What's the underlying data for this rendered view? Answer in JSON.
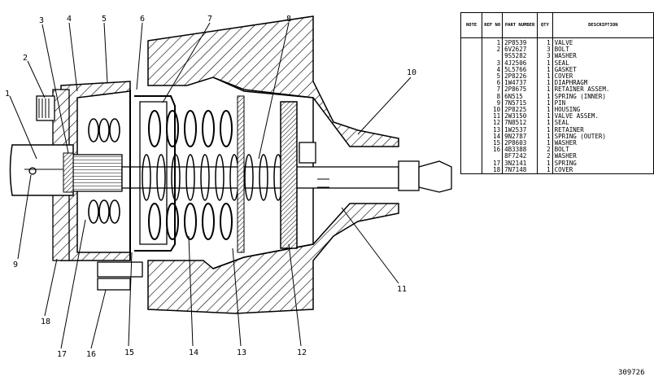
{
  "callouts": [
    "1",
    "2",
    "3",
    "4",
    "5",
    "6",
    "7",
    "8",
    "9",
    "10",
    "11",
    "12",
    "13",
    "14",
    "15",
    "16",
    "17",
    "18"
  ],
  "table": {
    "headers": {
      "note": "NOTE",
      "ref_no": "REF NO",
      "part_number": "PART NUMBER",
      "qty": "QTY",
      "description": "DESCRIPTION"
    },
    "rows": [
      {
        "ref": "1",
        "part": "2P8539",
        "qty": "1",
        "desc": "VALVE"
      },
      {
        "ref": "2",
        "part": "6V2627",
        "qty": "3",
        "desc": "BOLT"
      },
      {
        "ref": "",
        "part": "9S5282",
        "qty": "3",
        "desc": "WASHER"
      },
      {
        "ref": "3",
        "part": "4J2506",
        "qty": "1",
        "desc": "SEAL"
      },
      {
        "ref": "4",
        "part": "5L5766",
        "qty": "1",
        "desc": "GASKET"
      },
      {
        "ref": "5",
        "part": "2P8226",
        "qty": "1",
        "desc": "COVER"
      },
      {
        "ref": "6",
        "part": "1W4737",
        "qty": "1",
        "desc": "DIAPHRAGM"
      },
      {
        "ref": "7",
        "part": "2P8675",
        "qty": "1",
        "desc": "RETAINER ASSEM."
      },
      {
        "ref": "8",
        "part": "6N515",
        "qty": "1",
        "desc": "SPRING (INNER)"
      },
      {
        "ref": "9",
        "part": "7N5715",
        "qty": "1",
        "desc": "PIN"
      },
      {
        "ref": "10",
        "part": "2P8225",
        "qty": "1",
        "desc": "HOUSING"
      },
      {
        "ref": "11",
        "part": "2W3150",
        "qty": "1",
        "desc": "VALVE ASSEM."
      },
      {
        "ref": "12",
        "part": "7N8512",
        "qty": "1",
        "desc": "SEAL"
      },
      {
        "ref": "13",
        "part": "1W2537",
        "qty": "1",
        "desc": "RETAINER"
      },
      {
        "ref": "14",
        "part": "9N2787",
        "qty": "1",
        "desc": "SPRING (OUTER)"
      },
      {
        "ref": "15",
        "part": "2P8603",
        "qty": "1",
        "desc": "WASHER"
      },
      {
        "ref": "16",
        "part": "4B3388",
        "qty": "2",
        "desc": "BOLT"
      },
      {
        "ref": "",
        "part": "8F7242",
        "qty": "2",
        "desc": "WASHER"
      },
      {
        "ref": "17",
        "part": "3N2141",
        "qty": "1",
        "desc": "SPRING"
      },
      {
        "ref": "18",
        "part": "7N7148",
        "qty": "1",
        "desc": "COVER"
      }
    ]
  },
  "figure_number": "309726"
}
